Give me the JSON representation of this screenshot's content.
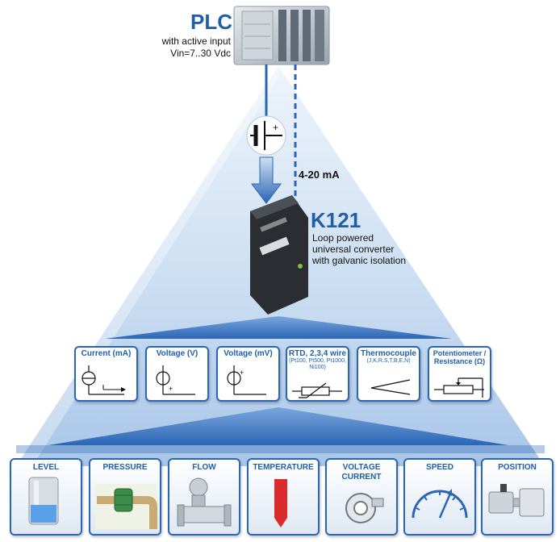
{
  "plc": {
    "title": "PLC",
    "line1": "with active input",
    "line2": "Vin=7..30 Vdc"
  },
  "loop_label": "4-20 mA",
  "converter": {
    "model": "K121",
    "line1": "Loop powered",
    "line2": "universal converter",
    "line3": "with galvanic isolation"
  },
  "signals": [
    {
      "label": "Current (mA)",
      "sub": "",
      "icon": "current-source-icon"
    },
    {
      "label": "Voltage (V)",
      "sub": "",
      "icon": "voltage-source-icon"
    },
    {
      "label": "Voltage (mV)",
      "sub": "",
      "icon": "millivolt-source-icon"
    },
    {
      "label": "RTD, 2,3,4 wire",
      "sub": "(Pt100, Pt500, Pt1000, Ni100)",
      "icon": "rtd-icon"
    },
    {
      "label": "Thermocouple",
      "sub": "(J,K,R,S,T,B,E,N)",
      "icon": "thermocouple-icon"
    },
    {
      "label": "Potentiometer / Resistance (Ω)",
      "sub": "",
      "icon": "potentiometer-icon"
    }
  ],
  "applications": [
    {
      "label": "LEVEL",
      "icon": "level-tank-icon"
    },
    {
      "label": "PRESSURE",
      "icon": "pressure-pipe-icon"
    },
    {
      "label": "FLOW",
      "icon": "flowmeter-icon"
    },
    {
      "label": "TEMPERATURE",
      "icon": "thermometer-icon"
    },
    {
      "label": "VOLTAGE CURRENT",
      "icon": "current-clamp-icon"
    },
    {
      "label": "SPEED",
      "icon": "speedometer-icon"
    },
    {
      "label": "POSITION",
      "icon": "position-encoder-icon"
    }
  ],
  "colors": {
    "brand_blue": "#1f5fa8",
    "frame_blue": "#2a66b3",
    "pyramid_light": "#c9dbf0",
    "pyramid_dark": "#5b8fd0"
  }
}
